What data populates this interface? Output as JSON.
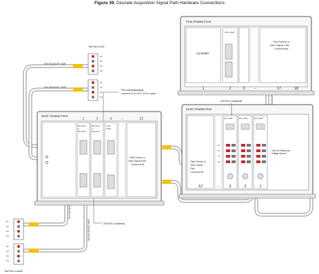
{
  "title": {
    "prefix": "Figure 39.",
    "text": "Discrete Acquisition Signal Path Hardware Connections"
  },
  "pxie_chassis": {
    "label": "PXIe Chassis Front",
    "controller": "Controller",
    "module_label": "PXIe-7822",
    "slot_numbers": [
      "1",
      "2",
      "3",
      "···",
      "17",
      "18"
    ],
    "filler": [
      "Filler Panels or",
      "other Signal Path",
      "Components"
    ]
  },
  "slsc_front": {
    "label": "SLSC Chassis Front",
    "slot_numbers": [
      "1",
      "2",
      "3",
      "···",
      "12"
    ],
    "module1_label": [
      "SET-2010",
      "or",
      "SET-2110"
    ],
    "module2_label": [
      "SET-2010",
      "or",
      "SET-2110"
    ],
    "module3_label": [
      "SLSC-",
      "12201"
    ],
    "filler": [
      "Filler Panels or",
      "other Signal Path",
      "Components"
    ],
    "pin_note": [
      "Pins faulting/loading,",
      "connect J1 to UUT, J2 to Loads"
    ]
  },
  "slsc_rear": {
    "label": "SLSC Chassis Rear",
    "slot_numbers": [
      "12",
      "···",
      "3",
      "2",
      "1"
    ],
    "filler": [
      "Filler Panels or",
      "other Signal",
      "Path",
      "Components"
    ],
    "rtm_labels": [
      "RTI-12258",
      "RTI-12258",
      "RTI-12258"
    ],
    "port_labels": [
      "P1",
      "P2",
      "P3",
      "P4"
    ],
    "ref_label": [
      "To/From Reference",
      "Voltage Source"
    ]
  },
  "connectors": {
    "uut_label": "To/From UUT",
    "loads_label": "To/From Loads",
    "groups": [
      [
        "P1",
        "P2",
        "P3",
        "P4"
      ],
      [
        "P1",
        "P2",
        "P3",
        "P4"
      ],
      [
        "P1",
        "P2",
        "P3",
        "P4"
      ],
      [
        "P1",
        "P2",
        "P3",
        "P4"
      ]
    ]
  },
  "cables": {
    "uut_cable_1": "SHC68-68-EP 1M/F",
    "uut_cable_2": "SHC68-68-EP 1M/F",
    "front_to_rear_1": "SHC68-68-EP 1M/F",
    "front_to_rear_2": "SHC68-68-EP 1M/F",
    "pxie_to_rear": "SHC68-68-EP 1M/F",
    "loads_cable_1": "SHC68-68-EP 1M/F",
    "loads_cable_2": "SHC68-68-EP 1M/F"
  },
  "pdu": {
    "first": "2nd PDU (Optional)",
    "second": "2nd PDU (Optional)"
  },
  "colors": {
    "cable_fill": "#ffffff",
    "cable_stroke": "#8a8a8a",
    "cable_accent": "#f2c200",
    "chassis_fill": "#f7f7f7",
    "chassis_stroke": "#555555",
    "slot_number": "#2e7d32",
    "port_red": "#c62828",
    "port_gray": "#757575"
  }
}
